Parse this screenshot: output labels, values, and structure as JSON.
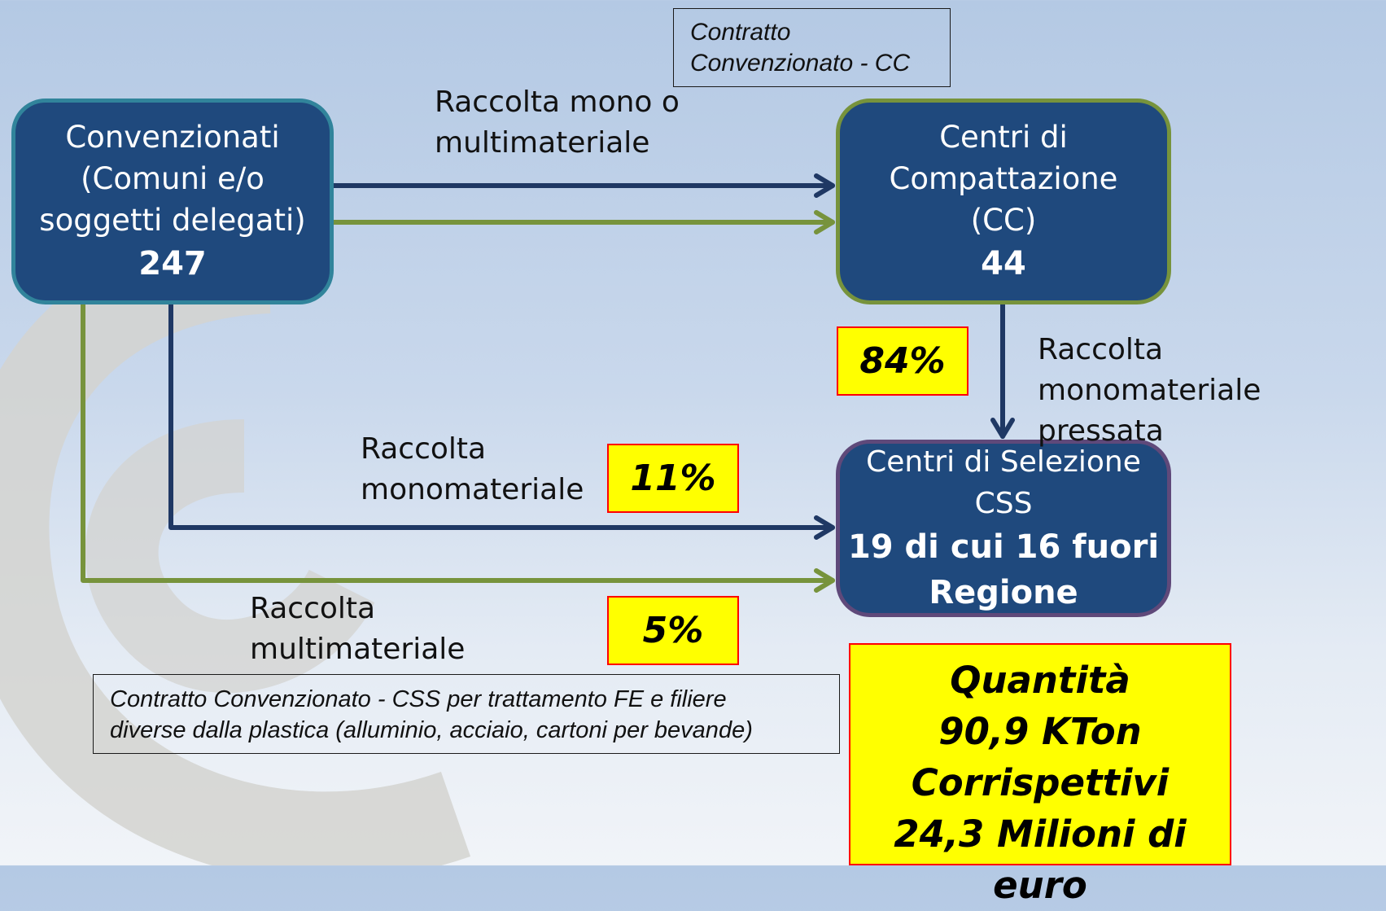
{
  "nodes": {
    "convenzionati": {
      "lines": [
        "Convenzionati",
        "(Comuni e/o",
        "soggetti delegati)"
      ],
      "count": "247"
    },
    "compattazione": {
      "lines": [
        "Centri di",
        "Compattazione",
        "(CC)"
      ],
      "count": "44"
    },
    "selezione": {
      "lines": [
        "Centri di Selezione",
        "CSS"
      ],
      "bold_lines": [
        "19 di cui 16 fuori",
        "Regione"
      ]
    }
  },
  "notes": {
    "cc": [
      "Contratto",
      "Convenzionato - CC"
    ],
    "css": [
      "Contratto Convenzionato - CSS per trattamento FE e filiere",
      "diverse dalla plastica (alluminio, acciaio, cartoni per bevande)"
    ]
  },
  "flows": {
    "mono_multi": [
      "Raccolta mono o",
      "multimateriale"
    ],
    "mono_pressata": [
      "Raccolta monomateriale",
      "pressata"
    ],
    "mono": [
      "Raccolta",
      "monomateriale"
    ],
    "multi": [
      "Raccolta",
      "multimateriale"
    ]
  },
  "percentages": {
    "cc_to_css": "84%",
    "mono": "11%",
    "multi": "5%"
  },
  "summary": {
    "quantity_label": "Quantità",
    "quantity_value": "90,9 KTon",
    "fees_label": "Corrispettivi",
    "fees_value": "24,3 Milioni di euro"
  },
  "colors": {
    "box_fill": "#1f497d",
    "blue_arrow": "#1f3864",
    "green_arrow": "#77933c",
    "highlight": "#ffff00",
    "highlight_border": "#ff0000"
  }
}
